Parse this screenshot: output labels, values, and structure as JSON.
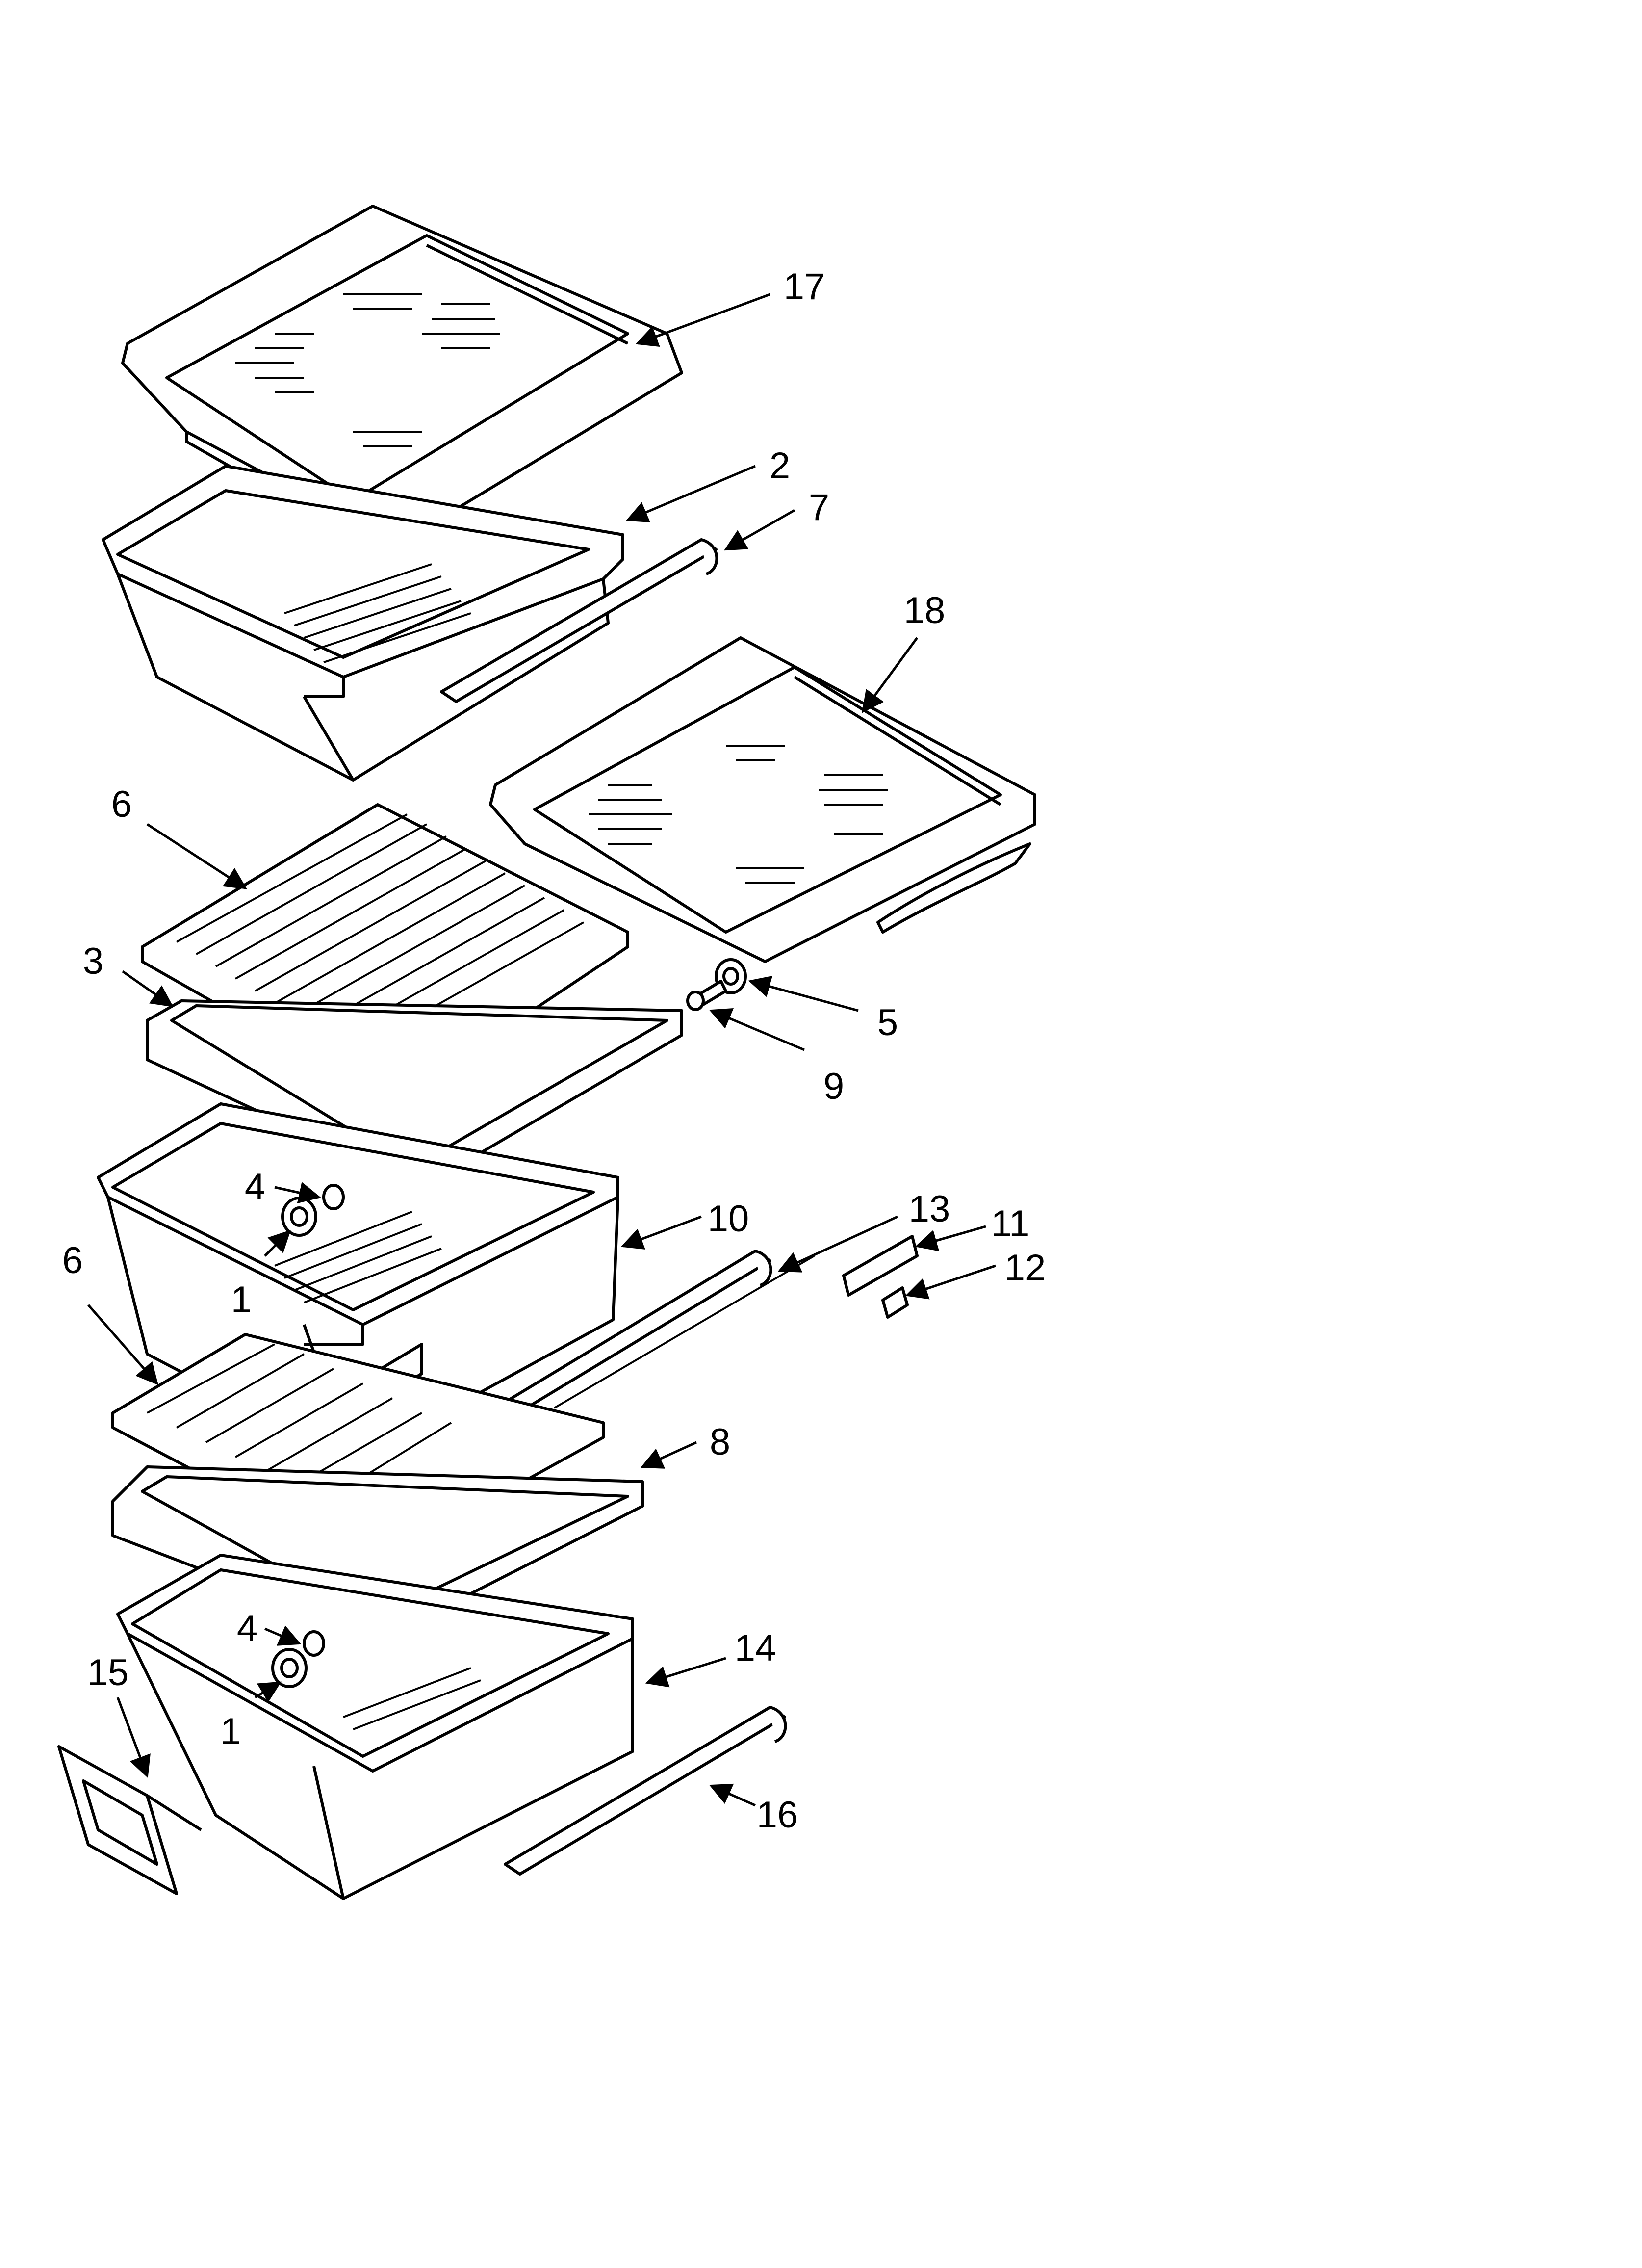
{
  "diagram": {
    "colors": {
      "line": "#000000",
      "fill": "#ffffff",
      "ribs": "#000000"
    },
    "callouts": {
      "c17": "17",
      "c2": "2",
      "c7": "7",
      "c18": "18",
      "c6a": "6",
      "c3": "3",
      "c5": "5",
      "c9": "9",
      "c4a": "4",
      "c1a": "1",
      "c10": "10",
      "c13": "13",
      "c11": "11",
      "c12": "12",
      "c6b": "6",
      "c8": "8",
      "c4b": "4",
      "c1b": "1",
      "c14": "14",
      "c15": "15",
      "c16": "16"
    }
  }
}
